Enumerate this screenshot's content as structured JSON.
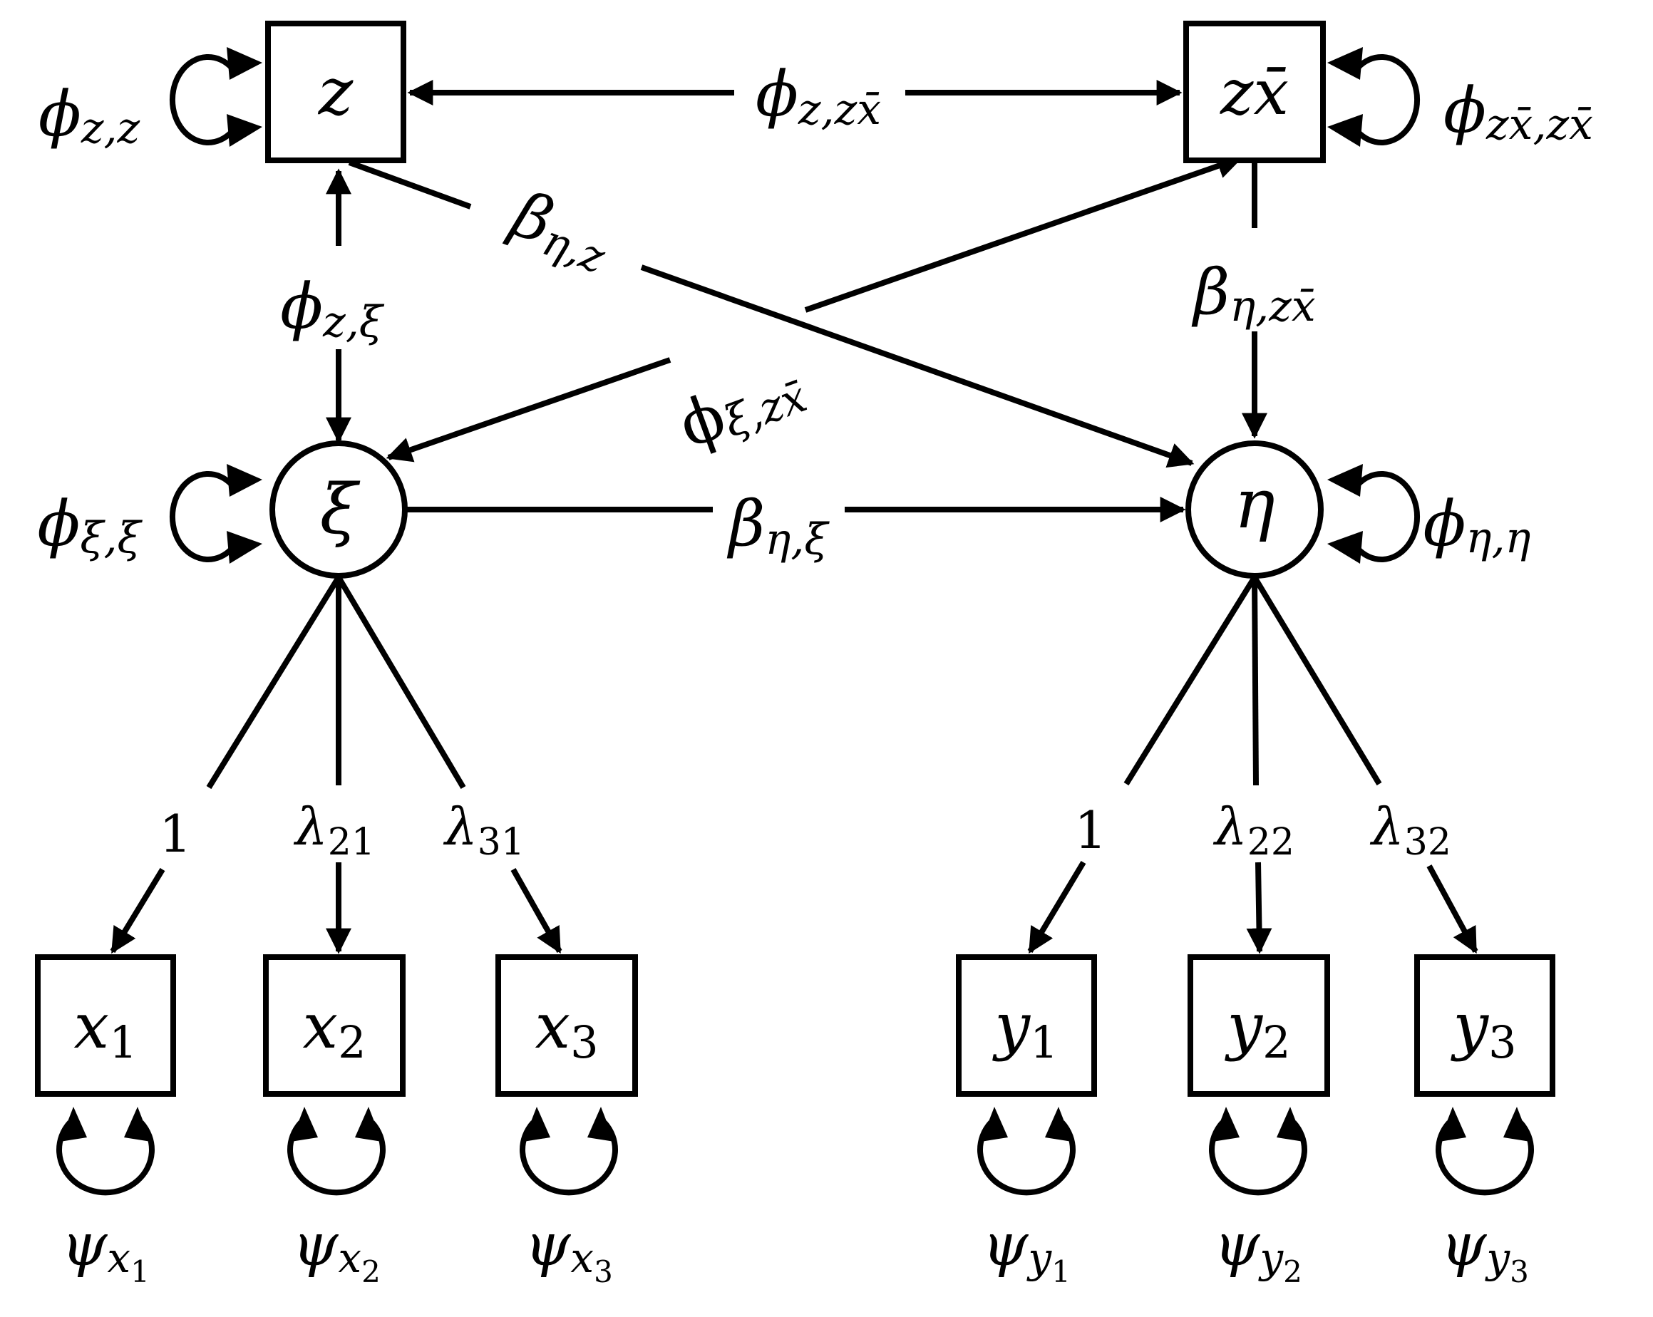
{
  "nodes": {
    "z": {
      "base": "z",
      "sub": ""
    },
    "zx": {
      "base": "zx̄",
      "sub": ""
    },
    "xi": {
      "base": "ξ",
      "sub": ""
    },
    "eta": {
      "base": "η",
      "sub": ""
    },
    "x1": {
      "base": "x",
      "sub": "1"
    },
    "x2": {
      "base": "x",
      "sub": "2"
    },
    "x3": {
      "base": "x",
      "sub": "3"
    },
    "y1": {
      "base": "y",
      "sub": "1"
    },
    "y2": {
      "base": "y",
      "sub": "2"
    },
    "y3": {
      "base": "y",
      "sub": "3"
    }
  },
  "labels": {
    "phi_z_z": {
      "sym": "ϕ",
      "sub": "z,z"
    },
    "phi_z_zx": {
      "sym": "ϕ",
      "sub": "z,zx̄"
    },
    "phi_zx_zx": {
      "sym": "ϕ",
      "sub": "zx̄,zx̄"
    },
    "beta_eta_z": {
      "sym": "β",
      "sub": "η,z"
    },
    "phi_z_xi": {
      "sym": "ϕ",
      "sub": "z,ξ"
    },
    "beta_eta_zx": {
      "sym": "β",
      "sub": "η,zx̄"
    },
    "phi_xi_zx": {
      "sym": "ϕ",
      "sub": "ξ,zx̄"
    },
    "phi_xi_xi": {
      "sym": "ϕ",
      "sub": "ξ,ξ"
    },
    "beta_eta_xi": {
      "sym": "β",
      "sub": "η,ξ"
    },
    "phi_eta_eta": {
      "sym": "ϕ",
      "sub": "η,η"
    },
    "load_x1": {
      "sym": "1",
      "sub": ""
    },
    "load_x2": {
      "sym": "λ",
      "sub": "21"
    },
    "load_x3": {
      "sym": "λ",
      "sub": "31"
    },
    "load_y1": {
      "sym": "1",
      "sub": ""
    },
    "load_y2": {
      "sym": "λ",
      "sub": "22"
    },
    "load_y3": {
      "sym": "λ",
      "sub": "32"
    },
    "psi_x1": {
      "sym": "ψ",
      "sub": "x",
      "subsub": "1"
    },
    "psi_x2": {
      "sym": "ψ",
      "sub": "x",
      "subsub": "2"
    },
    "psi_x3": {
      "sym": "ψ",
      "sub": "x",
      "subsub": "3"
    },
    "psi_y1": {
      "sym": "ψ",
      "sub": "y",
      "subsub": "1"
    },
    "psi_y2": {
      "sym": "ψ",
      "sub": "y",
      "subsub": "2"
    },
    "psi_y3": {
      "sym": "ψ",
      "sub": "y",
      "subsub": "3"
    }
  }
}
